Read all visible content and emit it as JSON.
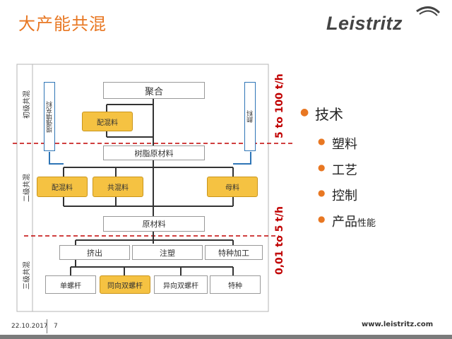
{
  "slide": {
    "title": "大产能共混",
    "logo_text": "Leistritz",
    "footer_date": "22.10.2017",
    "footer_page": "7",
    "footer_url": "www.leistritz.com"
  },
  "diagram": {
    "stages": {
      "stage1": "初级共混",
      "stage2": "二级共混",
      "stage3": "三级共混"
    },
    "capacity_top": "5 to 100 t/h",
    "capacity_bottom": "0,01 to 5 t/h",
    "nodes": {
      "polymerization": "聚合",
      "compounding1": "配混料",
      "reinforce_filler": "增强填充料",
      "pigment": "颜料",
      "resin_raw": "树脂原材料",
      "compounding2": "配混料",
      "blend": "共混料",
      "masterbatch": "母料",
      "raw_material": "原材料",
      "extrusion": "挤出",
      "injection": "注塑",
      "special": "特种加工",
      "single_screw": "单螺杆",
      "co_twin": "同向双螺杆",
      "counter_twin": "异向双螺杆",
      "special2": "特种"
    }
  },
  "bullets": {
    "main": "技术",
    "items": [
      "塑料",
      "工艺",
      "控制"
    ],
    "last_main": "产品",
    "last_suffix": "性能"
  }
}
